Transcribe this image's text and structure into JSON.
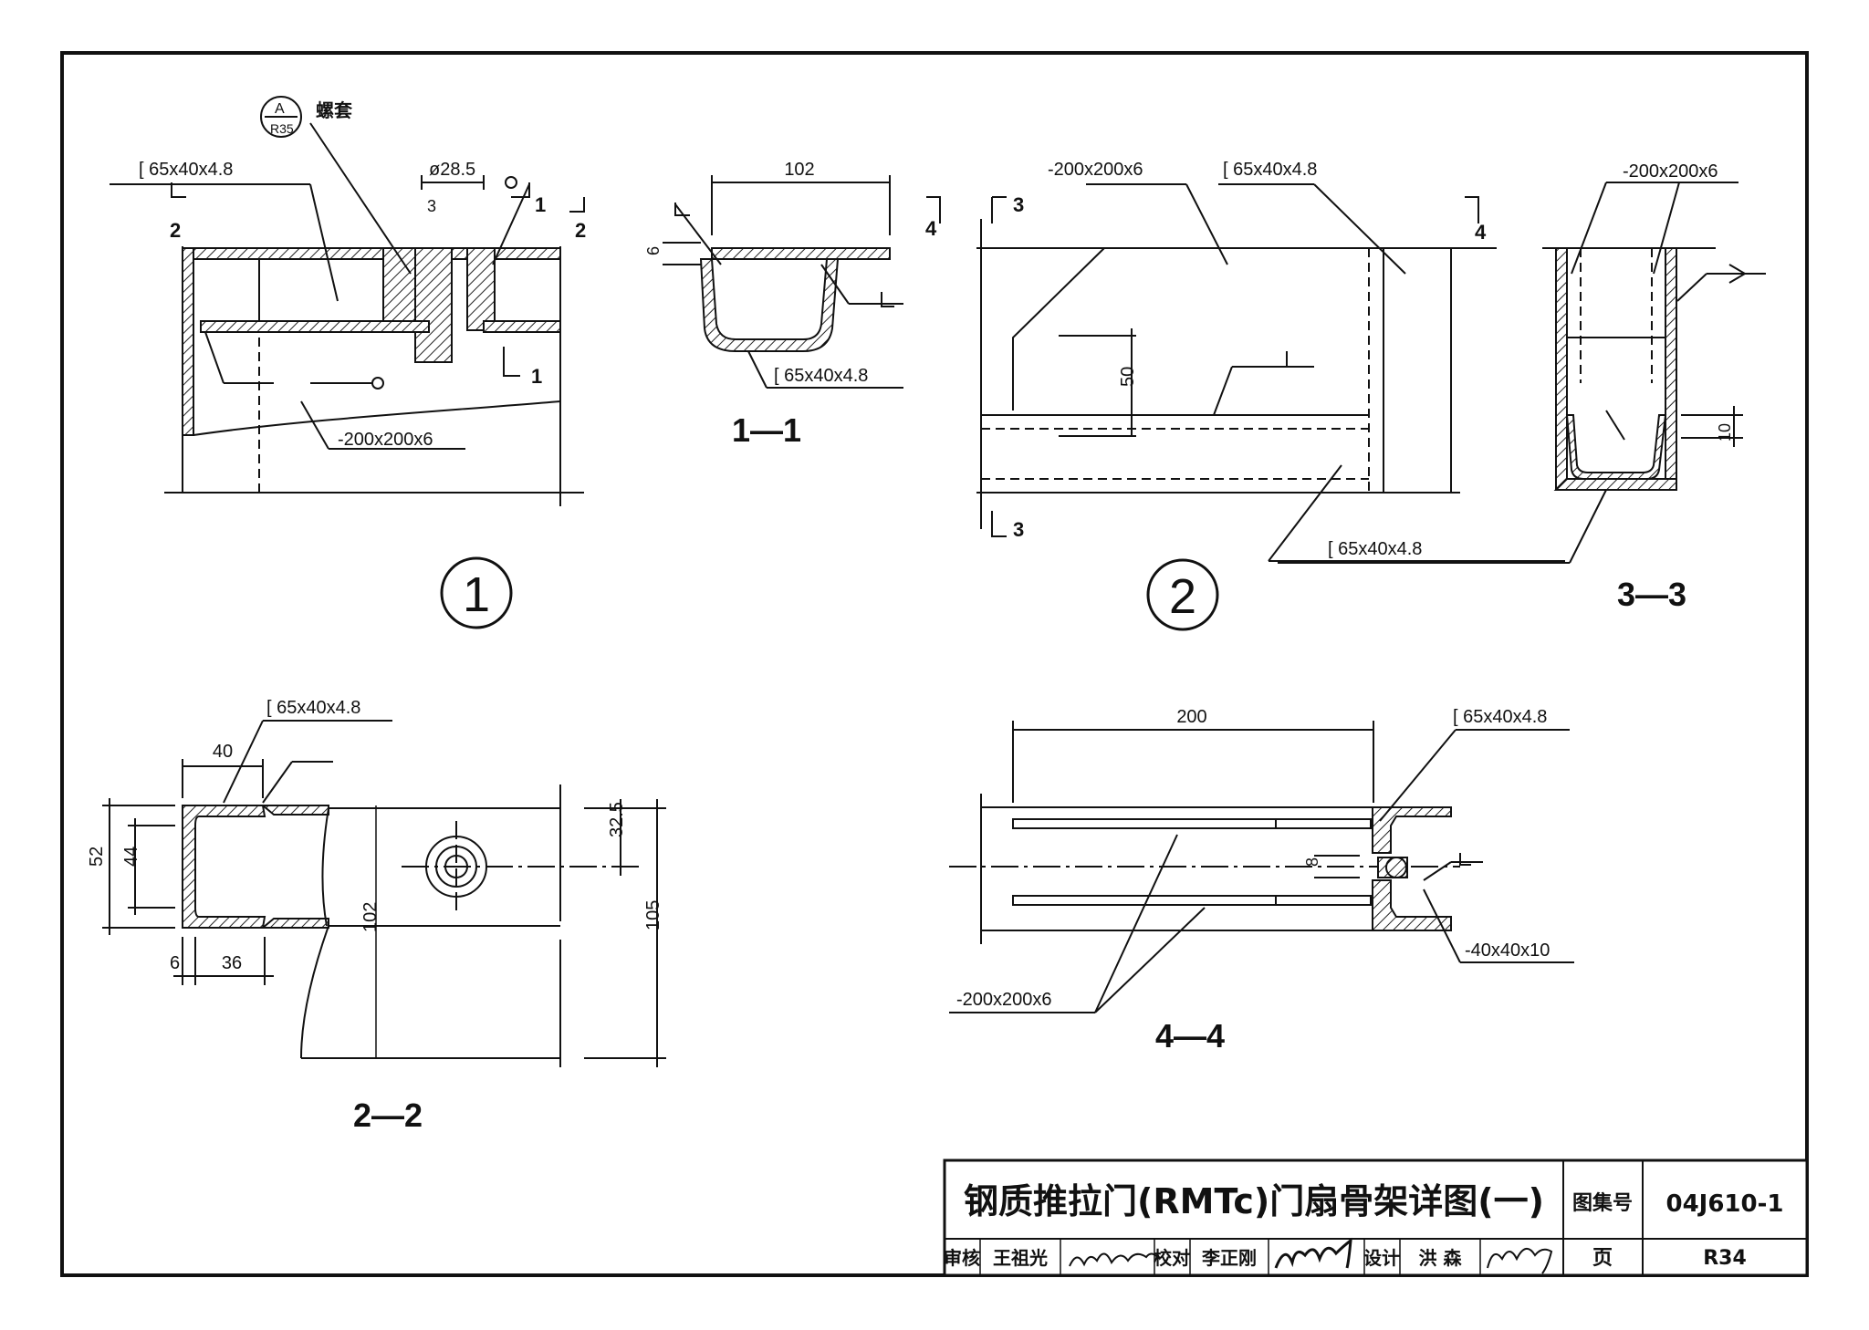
{
  "labels": {
    "c_channel": "[ 65x40x4.8",
    "plate": "-200x200x6",
    "plate_small": "-40x40x10",
    "bolt_sleeve": "螺套",
    "detail_ref_top": "A",
    "detail_ref_bottom": "R35",
    "dia": "ø28.5",
    "weld3": "3"
  },
  "sections": {
    "s11": "1—1",
    "s22": "2—2",
    "s33": "3—3",
    "s44": "4—4",
    "mark1": "1",
    "mark2": "2",
    "mark3": "3",
    "mark4": "4"
  },
  "details": {
    "d1": "1",
    "d2": "2"
  },
  "dims": {
    "d102": "102",
    "d6": "6",
    "d50": "50",
    "d10": "10",
    "d40": "40",
    "d52": "52",
    "d44": "44",
    "d36": "36",
    "d325": "32.5",
    "d105": "105",
    "d200": "200",
    "d8": "8"
  },
  "title_block": {
    "title": "钢质推拉门(RMTc)门扇骨架详图(一)",
    "atlas_label": "图集号",
    "atlas_no": "04J610-1",
    "page_label": "页",
    "page_no": "R34",
    "review_label": "审核",
    "reviewer": "王祖光",
    "check_label": "校对",
    "checker": "李正刚",
    "design_label": "设计",
    "designer": "洪 森"
  }
}
